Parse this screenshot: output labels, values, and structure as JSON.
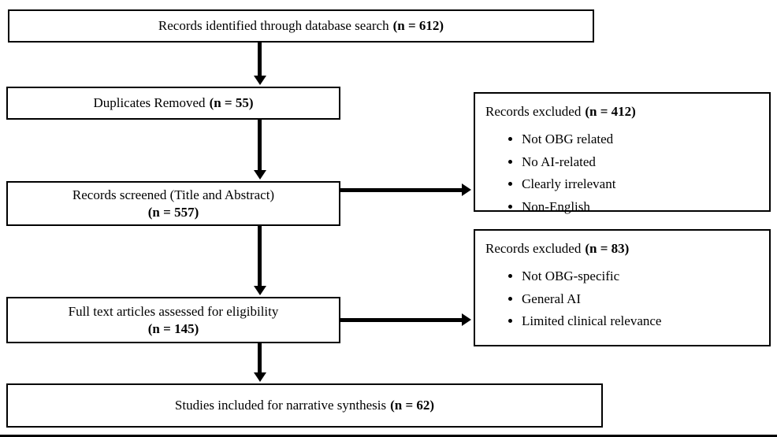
{
  "diagram": {
    "flow_boxes": [
      {
        "label": "Records identified through database search",
        "count": "(n = 612)"
      },
      {
        "label": "Duplicates Removed",
        "count": "(n = 55)"
      },
      {
        "label": "Records screened (Title and Abstract)",
        "count": "(n = 557)"
      },
      {
        "label": "Full text articles assessed for eligibility",
        "count": "(n = 145)"
      },
      {
        "label": "Studies included for narrative synthesis",
        "count": "(n = 62)"
      }
    ],
    "exclusion_boxes": [
      {
        "label": "Records excluded",
        "count": "(n = 412)",
        "reasons": [
          "Not OBG related",
          "No AI-related",
          "Clearly irrelevant",
          "Non-English"
        ]
      },
      {
        "label": "Records excluded",
        "count": "(n = 83)",
        "reasons": [
          "Not OBG-specific",
          "General AI",
          "Limited clinical relevance"
        ]
      }
    ],
    "colors": {
      "border": "#000000",
      "background": "#ffffff",
      "text": "#000000",
      "arrow": "#000000"
    }
  }
}
